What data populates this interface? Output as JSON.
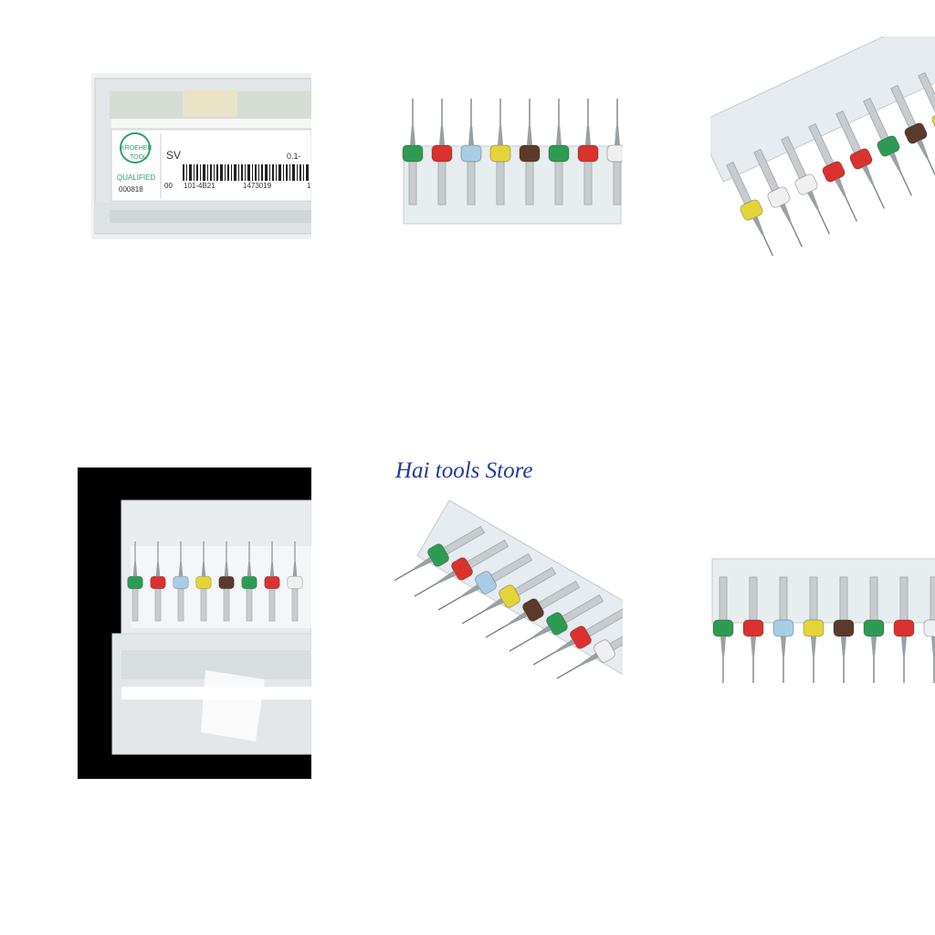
{
  "store_name": "Hai tools Store",
  "label": {
    "brand_logo_top": "KROEHER",
    "brand_logo_bottom": "TOOL",
    "qualified": "QUALIFIED",
    "code_left": "000818",
    "model": "SV",
    "size_range": "0.1-",
    "batch_prefix": "00",
    "batch_code": "101-4B21",
    "serial": "1473019",
    "serial_tail": "1"
  },
  "collar_colors": [
    "#2e9b52",
    "#d9322f",
    "#a8cde6",
    "#e4d43a",
    "#5b3a2c",
    "#2e9b52",
    "#d9322f",
    "#f0f0f0"
  ]
}
